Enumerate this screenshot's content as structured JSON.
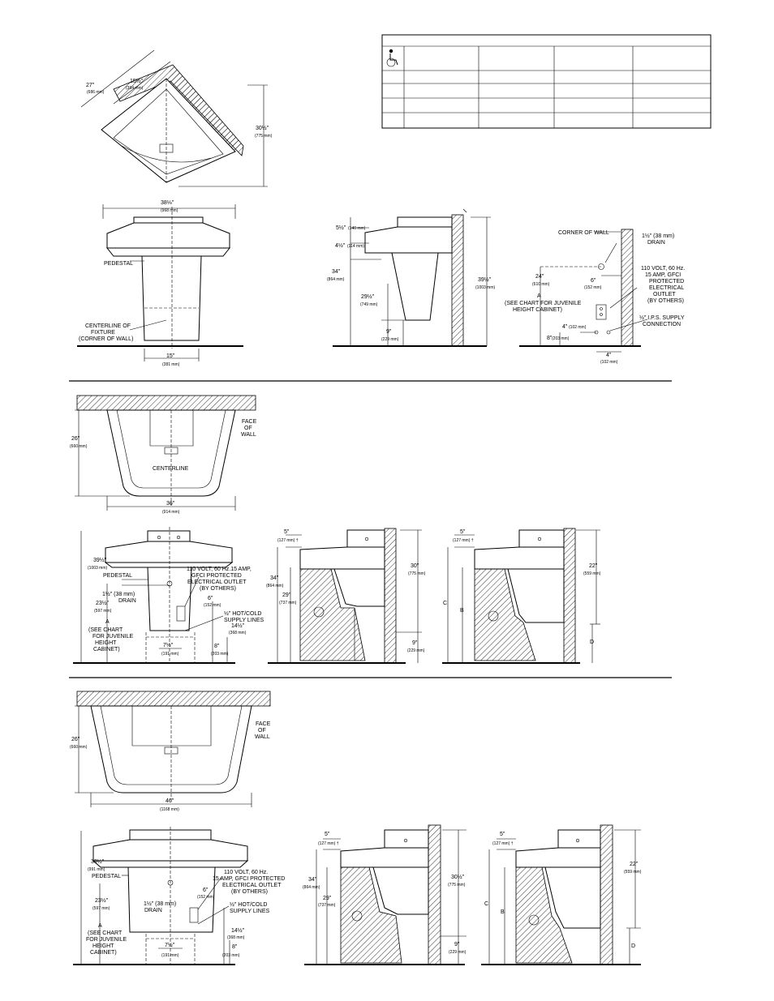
{
  "top": {
    "corner_plan": {
      "d1": "27\"",
      "d1mm": "(686 mm)",
      "d2": "15½\"",
      "d2mm": "(394 mm)",
      "d3": "30½\"",
      "d3mm": "(775 mm)"
    },
    "front": {
      "width": "38⅛\"",
      "width_mm": "(968 mm)",
      "pedestal": "PEDESTAL",
      "center1": "CENTERLINE OF",
      "center2": "FIXTURE",
      "center3": "(CORNER OF WALL)",
      "base": "15\"",
      "base_mm": "(381 mm)"
    },
    "side": {
      "a": "5½\"",
      "a_mm": "(140 mm)",
      "b": "4½\"",
      "b_mm": "(114 mm)",
      "c": "34\"",
      "c_mm": "(864 mm)",
      "d": "29½\"",
      "d_mm": "(749 mm)",
      "e": "9\"",
      "e_mm": "(229 mm)",
      "f": "39½\"",
      "f_mm": "(1003 mm)"
    },
    "rough": {
      "corner": "CORNER OF WALL",
      "drain1": "1½\" (38 mm)",
      "drain2": "DRAIN",
      "h24": "24\"",
      "h24mm": "(610 mm)",
      "a": "A",
      "a_note1": "(SEE CHART FOR JUVENILE",
      "a_note2": "HEIGHT CABINET)",
      "six": "6\"",
      "six_mm": "(152 mm)",
      "outlet1": "110 VOLT, 60 Hz.",
      "outlet2": "15 AMP, GFCI",
      "outlet3": "PROTECTED",
      "outlet4": "ELECTRICAL",
      "outlet5": "OUTLET",
      "outlet6": "(BY OTHERS)",
      "four1": "4\"",
      "four1mm": "(102 mm)",
      "eight": "8\"",
      "eight_mm": "(203 mm)",
      "supply1": "½\" I.P.S. SUPPLY",
      "supply2": "CONNECTION",
      "four2": "4\"",
      "four2mm": "(102 mm)"
    }
  },
  "middle": {
    "plan": {
      "depth": "26\"",
      "depth_mm": "(660 mm)",
      "face1": "FACE",
      "face2": "OF",
      "face3": "WALL",
      "center": "CENTERLINE",
      "width": "36\"",
      "width_mm": "(914 mm)"
    },
    "front": {
      "h": "39½\"",
      "h_mm": "(1003 mm)",
      "ped": "PEDESTAL",
      "drain1": "1½\" (38 mm)",
      "drain2": "DRAIN",
      "h2": "23½\"",
      "h2_mm": "(597 mm)",
      "a": "A",
      "a1": "(SEE CHART",
      "a2": "FOR JUVENILE",
      "a3": "HEIGHT",
      "a4": "CABINET)",
      "outlet1": "110 VOLT, 60 Hz.15 AMP,",
      "outlet2": "GFCI PROTECTED",
      "outlet3": "ELECTRICAL OUTLET",
      "outlet4": "(BY OTHERS)",
      "six": "6\"",
      "six_mm": "(152 mm)",
      "hot1": "½\" HOT/COLD",
      "hot2": "SUPPLY LINES",
      "fh": "14½\"",
      "fh_mm": "(368 mm)",
      "sev": "7½\"",
      "sev_mm": "(191 mm)",
      "eight": "8\"",
      "eight_mm": "(203 mm)"
    },
    "side1": {
      "five": "5\"",
      "five_mm": "(127 mm) †",
      "h34": "34\"",
      "h34mm": "(864 mm)",
      "h29": "29\"",
      "h29mm": "(737 mm)",
      "h30": "30\"",
      "h30mm": "(775 mm)",
      "nine": "9\"",
      "nine_mm": "(229 mm)"
    },
    "side2": {
      "five": "5\"",
      "five_mm": "(127 mm) †",
      "c": "C",
      "b": "B",
      "d": "D",
      "h22": "22\"",
      "h22mm": "(559 mm)"
    }
  },
  "bottom": {
    "plan": {
      "depth": "26\"",
      "depth_mm": "(660 mm)",
      "face1": "FACE",
      "face2": "OF",
      "face3": "WALL",
      "width": "46\"",
      "width_mm": "(1168 mm)"
    },
    "front": {
      "h": "39½\"",
      "h_mm": "(991 mm)",
      "ped": "PEDESTAL",
      "outlet1": "110 VOLT, 60 Hz.",
      "outlet2": "15 AMP, GFCI PROTECTED",
      "outlet3": "ELECTRICAL OUTLET",
      "outlet4": "(BY OTHERS)",
      "six": "6\"",
      "six_mm": "(152 mm)",
      "h2": "23½\"",
      "h2_mm": "(597 mm)",
      "drain1": "1½\" (38 mm)",
      "drain2": "DRAIN",
      "hot1": "½\" HOT/COLD",
      "hot2": "SUPPLY LINES",
      "a": "A",
      "a1": "(SEE CHART",
      "a2": "FOR JUVENILE",
      "a3": "HEIGHT",
      "a4": "CABINET)",
      "fh": "14½\"",
      "fh_mm": "(368 mm)",
      "sev": "7½\"",
      "sev_mm": "(191 mm)",
      "eight": "8\"",
      "eight_mm": "(203 mm)"
    },
    "side1": {
      "five": "5\"",
      "five_mm": "(127 mm) †",
      "h34": "34\"",
      "h34mm": "(864 mm)",
      "h29": "29\"",
      "h29mm": "(737 mm)",
      "h30": "30½\"",
      "h30mm": "(775 mm)",
      "nine": "9\"",
      "nine_mm": "(229 mm)"
    },
    "side2": {
      "five": "5\"",
      "five_mm": "(127 mm) †",
      "c": "C",
      "b": "B",
      "d": "D",
      "h22": "22\"",
      "h22mm": "(559 mm)"
    }
  },
  "icons": {
    "accessibility": "wheelchair-icon"
  }
}
